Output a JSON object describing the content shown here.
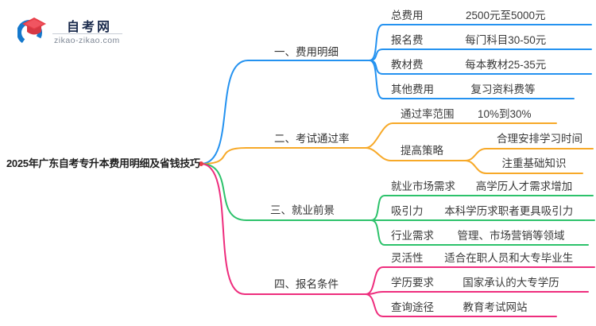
{
  "logo": {
    "title": "自考网",
    "domain": "zikao-zikao.com",
    "icon": "graduation-cap-icon"
  },
  "root": {
    "title": "2025年广东自考专升本费用明细及省钱技巧"
  },
  "colors": {
    "branch1_blue": "#2492f0",
    "branch2_orange": "#f7a928",
    "branch3_green": "#2dc26b",
    "branch4_pink": "#ee2d7d",
    "logo_blue": "#1478cc",
    "logo_red": "#e8404a"
  },
  "branches": [
    {
      "label": "一、费用明细",
      "color": "#2492f0",
      "children": [
        {
          "label": "总费用",
          "value": "2500元至5000元"
        },
        {
          "label": "报名费",
          "value": "每门科目30-50元"
        },
        {
          "label": "教材费",
          "value": "每本教材25-35元"
        },
        {
          "label": "其他费用",
          "value": "复习资料费等"
        }
      ]
    },
    {
      "label": "二、考试通过率",
      "color": "#f7a928",
      "children": [
        {
          "label": "通过率范围",
          "value": "10%到30%"
        },
        {
          "label": "提高策略",
          "children": [
            {
              "value": "合理安排学习时间"
            },
            {
              "value": "注重基础知识"
            }
          ]
        }
      ]
    },
    {
      "label": "三、就业前景",
      "color": "#2dc26b",
      "children": [
        {
          "label": "就业市场需求",
          "value": "高学历人才需求增加"
        },
        {
          "label": "吸引力",
          "value": "本科学历求职者更具吸引力"
        },
        {
          "label": "行业需求",
          "value": "管理、市场营销等领域"
        }
      ]
    },
    {
      "label": "四、报名条件",
      "color": "#ee2d7d",
      "children": [
        {
          "label": "灵活性",
          "value": "适合在职人员和大专毕业生"
        },
        {
          "label": "学历要求",
          "value": "国家承认的大专学历"
        },
        {
          "label": "查询途径",
          "value": "教育考试网站"
        }
      ]
    }
  ]
}
